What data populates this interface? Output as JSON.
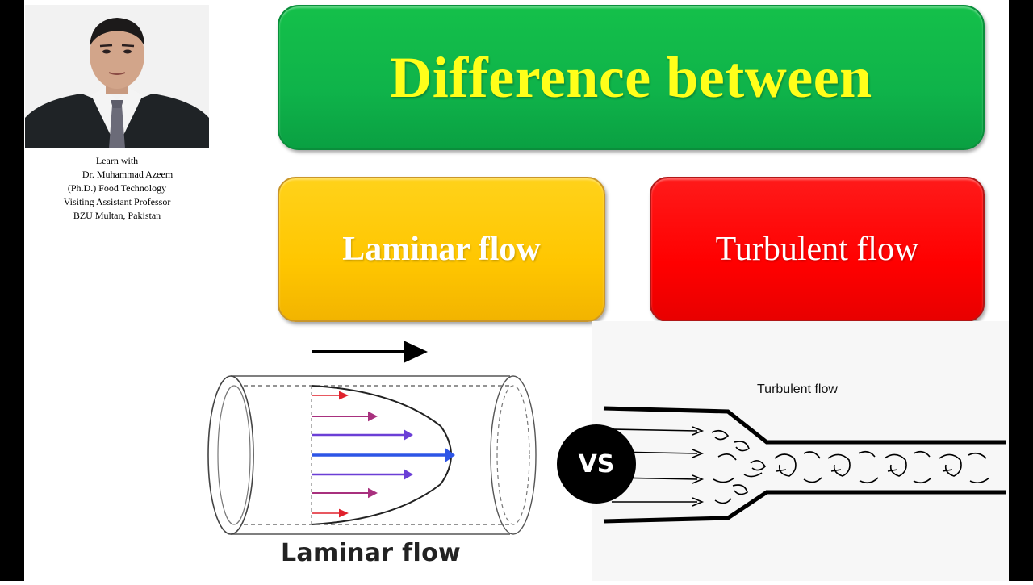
{
  "title": "Difference between",
  "presenter": {
    "lines": [
      "Learn with",
      "Dr. Muhammad Azeem",
      "(Ph.D.) Food Technology",
      "Visiting Assistant Professor",
      "BZU Multan, Pakistan"
    ]
  },
  "boxes": {
    "laminar": "Laminar flow",
    "turbulent": "Turbulent flow"
  },
  "diagrams": {
    "laminar_caption": "Laminar flow",
    "turbulent_caption": "Turbulent flow",
    "vs": "VS"
  },
  "colors": {
    "title_bg": "#0fb34a",
    "title_text": "#ffff1a",
    "laminar_bg": "#ffc600",
    "turbulent_bg": "#ff0000",
    "arrow_red": "#e0212c",
    "arrow_magenta": "#a8307e",
    "arrow_purple": "#6b3fd6",
    "arrow_blue": "#2d55e6"
  }
}
